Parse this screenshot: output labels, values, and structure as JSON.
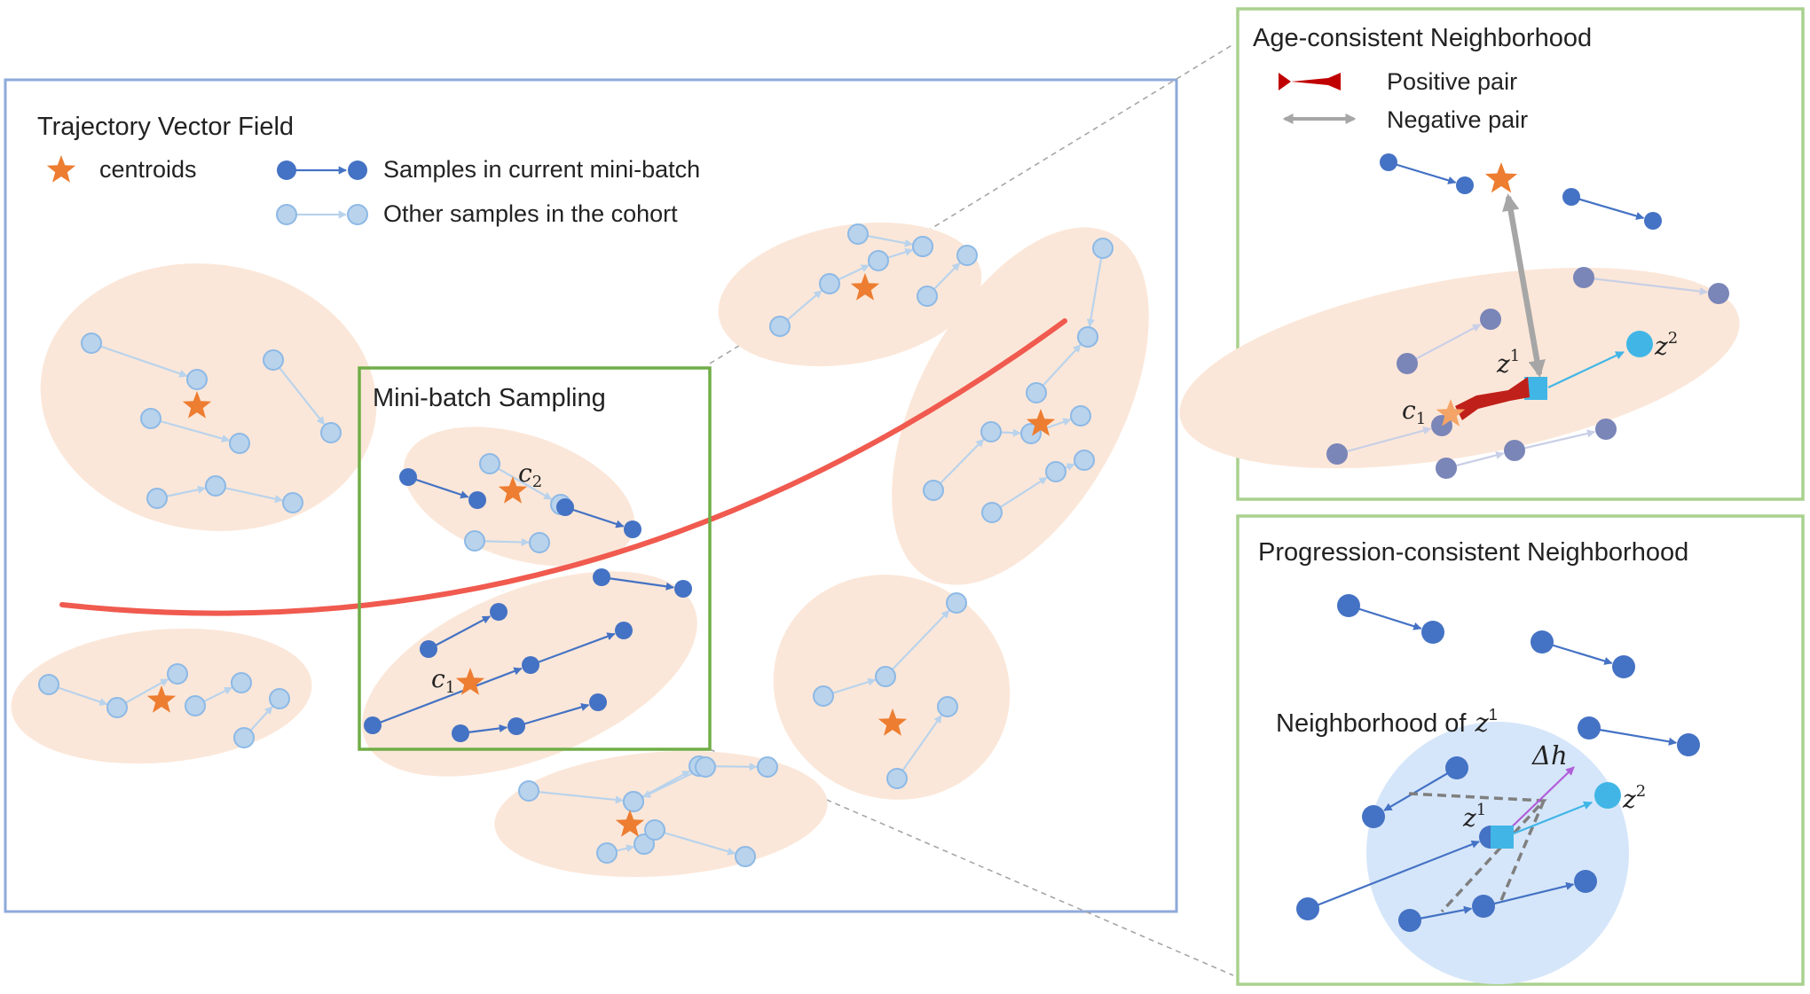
{
  "main_panel": {
    "title": "Trajectory Vector Field",
    "legend": {
      "centroids": "centroids",
      "current_batch": "Samples in current mini-batch",
      "other_samples": "Other samples in the cohort"
    }
  },
  "minibatch_box": {
    "title": "Mini-batch Sampling",
    "c1_base": "c",
    "c1_sub": "1",
    "c2_base": "c",
    "c2_sub": "2"
  },
  "age_panel": {
    "title": "Age-consistent Neighborhood",
    "positive_pair": "Positive pair",
    "negative_pair": "Negative pair",
    "z1_base": "z",
    "z1_sup": "1",
    "z2_base": "z",
    "z2_sup": "2",
    "c1_base": "c",
    "c1_sub": "1"
  },
  "progression_panel": {
    "title": "Progression-consistent Neighborhood",
    "neighborhood_label": "Neighborhood of",
    "neighborhood_base": "z",
    "neighborhood_sup": "1",
    "delta_h": "Δh",
    "z1_base": "z",
    "z1_sup": "1",
    "z2_base": "z",
    "z2_sup": "2"
  },
  "colors": {
    "light_sample": "#b9d3ec",
    "light_sample_stroke": "#8db9e6",
    "dark_sample": "#4472c4",
    "dark_muted": "#7a85b8",
    "cluster_fill": "#fbe7d9",
    "centroid": "#ed7d31",
    "main_border": "#8eaadb",
    "green_border": "#70ad47",
    "right_border": "#a9d18e",
    "divider_curve": "#f05a4f",
    "positive_pair": "#c00000",
    "negative_pair": "#a6a6a6",
    "z_square": "#41b6e6",
    "delta_h": "#b05fd9",
    "neighborhood_fill": "#d6e6fa"
  }
}
